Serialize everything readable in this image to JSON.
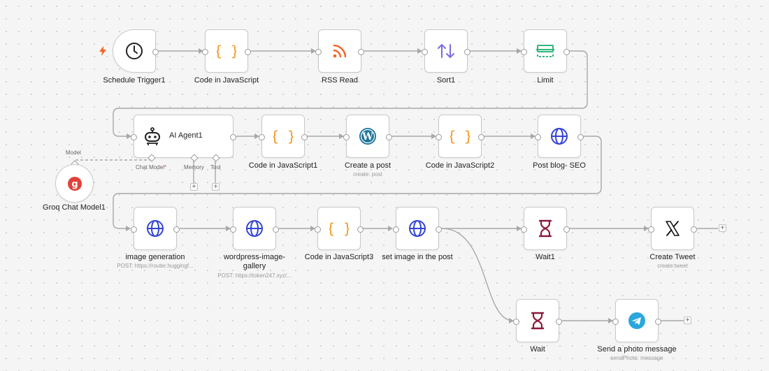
{
  "nodes": {
    "schedule_trigger": {
      "label": "Schedule Trigger1"
    },
    "code_js": {
      "label": "Code in JavaScript"
    },
    "rss_read": {
      "label": "RSS Read"
    },
    "sort": {
      "label": "Sort1"
    },
    "limit": {
      "label": "Limit"
    },
    "ai_agent": {
      "label": "AI Agent1",
      "inputs": {
        "chat_model": "Chat Model",
        "chat_model_required": "*",
        "memory": "Memory",
        "tool": "Tool"
      }
    },
    "groq_chat_model": {
      "label": "Groq Chat Model1",
      "port_label": "Model"
    },
    "code_js1": {
      "label": "Code in JavaScript1"
    },
    "create_post": {
      "label": "Create a post",
      "subtitle": "create: post"
    },
    "code_js2": {
      "label": "Code in JavaScript2"
    },
    "post_blog_seo": {
      "label": "Post blog- SEO"
    },
    "image_generation": {
      "label": "image generation",
      "subtitle": "POST: https://router.huggingf..."
    },
    "wordpress_image_gallery": {
      "label_line1": "wordpress-image-",
      "label_line2": "gallery",
      "subtitle": "POST: https://token247.xyz/..."
    },
    "code_js3": {
      "label": "Code in JavaScript3"
    },
    "set_image": {
      "label": "set image in the post"
    },
    "wait1": {
      "label": "Wait1"
    },
    "create_tweet": {
      "label": "Create Tweet",
      "subtitle": "create:tweet"
    },
    "wait": {
      "label": "Wait"
    },
    "send_photo": {
      "label": "Send a photo message",
      "subtitle": "sendPhoto: message"
    }
  },
  "add_button_symbol": "+",
  "colors": {
    "code_orange": "#f59a23",
    "rss_orange": "#f26522",
    "sort_purple": "#7b6be6",
    "limit_green": "#2fb67c",
    "globe_blue": "#3344d6",
    "wordpress_blue": "#21759b",
    "wait_maroon": "#8b1a3a",
    "telegram_blue": "#2aa7de",
    "groq_red": "#e0413a",
    "trigger_bolt": "#f26522",
    "edge_gray": "#a8a8a8"
  },
  "icons": {
    "schedule_trigger": "clock-icon",
    "code": "braces-icon",
    "rss_read": "rss-icon",
    "sort": "sort-arrows-icon",
    "limit": "limit-icon",
    "ai_agent": "robot-icon",
    "groq": "groq-icon",
    "wordpress": "wordpress-icon",
    "http": "globe-icon",
    "wait": "hourglass-icon",
    "twitter": "x-logo-icon",
    "telegram": "telegram-icon"
  }
}
